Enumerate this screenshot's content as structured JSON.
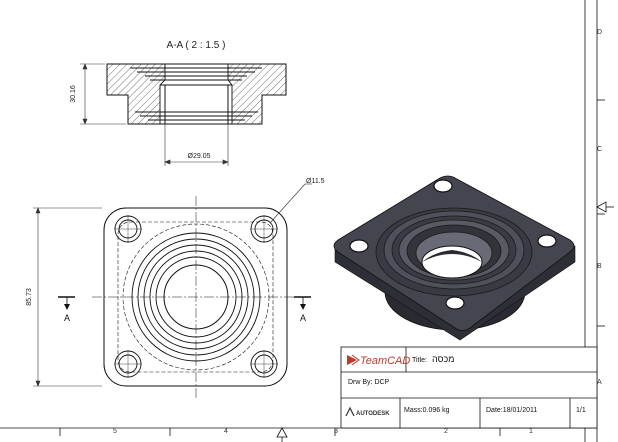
{
  "drawing": {
    "section_title": "A-A ( 2 : 1.5 )",
    "dim_height_section": "30.16",
    "dim_bore": "Ø29.05",
    "dim_hole": "Ø11.5",
    "dim_side": "85.73",
    "section_mark_left": "A",
    "section_mark_right": "A"
  },
  "border": {
    "rows": [
      "D",
      "C",
      "B",
      "A"
    ],
    "cols": [
      "5",
      "4",
      "3",
      "2",
      "1"
    ]
  },
  "title_block": {
    "logo_text": "TeamCAD",
    "title_label": "Title:",
    "title_value": "מכסה",
    "drawn_by": "Drw By: DCP",
    "autodesk_label": "AUTODESK",
    "mass": "Mass:0.096 kg",
    "date": "Date:18/01/2011",
    "sheet": "1/1"
  },
  "colors": {
    "part_dark": "#2e2e36",
    "part_mid": "#45454f",
    "part_light": "#6a6a76",
    "logo_red": "#c0392b",
    "line": "#111111"
  }
}
